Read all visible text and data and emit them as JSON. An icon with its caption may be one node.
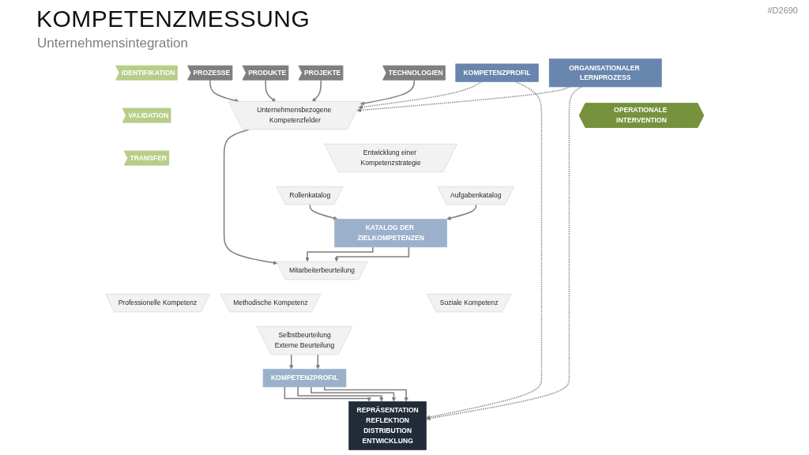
{
  "diagram": {
    "title": "KOMPETENZMESSUNG",
    "nodes": [
      {
        "text": [
          "IDENTIFIKATION"
        ]
      },
      {
        "text": [
          "VALIDATION"
        ]
      },
      {
        "text": [
          "TRANSFER"
        ]
      },
      {
        "text": [
          "KOMPETENZPROFIL"
        ]
      },
      {
        "text": [
          "PROZESSE"
        ]
      },
      {
        "text": [
          "PRODUKTE"
        ]
      },
      {
        "text": [
          "PROJEKTE"
        ]
      },
      {
        "text": [
          "TECHNOLOGIEN"
        ]
      },
      {
        "text": [
          "Unternehmensbezogene Kompetenzfelder"
        ]
      },
      {
        "text": [
          "Entwicklung einer Kompetenzstrategie"
        ]
      },
      {
        "text": [
          "Rollenkatalog"
        ]
      },
      {
        "text": [
          "Aufgabenkatalog"
        ]
      },
      {
        "text": [
          "KATALOG DER ZIELKOMPETENZEN"
        ]
      },
      {
        "text": [
          "Mitarbeiterbeurteilung"
        ]
      },
      {
        "text": [
          "Professionelle Kompetenz"
        ]
      },
      {
        "text": [
          "Methodische Kompetenz"
        ]
      },
      {
        "text": [
          "Soziale Kompetenz"
        ]
      },
      {
        "text": [
          "Selbstbeurteilung",
          "Externe Beurteilung"
        ]
      },
      {
        "text": [
          "KOMPETENZPROFIL"
        ]
      },
      {
        "text": [
          "REPRÄSENTATION",
          "REFLEKTION",
          "DISTRIBUTION",
          "ENTWICKLUNG"
        ]
      },
      {
        "text": [
          "ORGANISATIONALER LERNPROZESS"
        ]
      },
      {
        "text": [
          "OPERATIONALE INTERVENTION"
        ]
      }
    ],
    "edges": [
      {
        "from": 4,
        "to": 8,
        "arrow": "to"
      },
      {
        "from": 5,
        "to": 8,
        "arrow": "to"
      },
      {
        "from": 6,
        "to": 8,
        "arrow": "to"
      },
      {
        "from": 7,
        "to": 8,
        "arrow": "to"
      },
      {
        "from": 3,
        "to": 8,
        "arrow": "to",
        "style": "dashed"
      },
      {
        "from": 20,
        "to": 8,
        "arrow": "to",
        "style": "dashed"
      },
      {
        "from": 10,
        "to": 12,
        "arrow": "to"
      },
      {
        "from": 11,
        "to": 12,
        "arrow": "to"
      },
      {
        "from": 8,
        "to": 13,
        "arrow": "to"
      },
      {
        "from": 12,
        "to": 13,
        "arrow": "to"
      },
      {
        "from": 12,
        "to": 13,
        "arrow": "to"
      },
      {
        "from": 17,
        "to": 18,
        "arrow": "to"
      },
      {
        "from": 17,
        "to": 18,
        "arrow": "to"
      },
      {
        "from": 18,
        "to": 19,
        "arrow": "to"
      },
      {
        "from": 18,
        "to": 19,
        "arrow": "to"
      },
      {
        "from": 18,
        "to": 19,
        "arrow": "to"
      },
      {
        "from": 18,
        "to": 19,
        "arrow": "to"
      },
      {
        "from": 3,
        "to": 19,
        "arrow": "to",
        "style": "dashed"
      },
      {
        "from": 20,
        "to": 19,
        "arrow": "to",
        "style": "dashed"
      }
    ],
    "labels": [
      "#D2690",
      "Unternehmensintegration"
    ]
  }
}
